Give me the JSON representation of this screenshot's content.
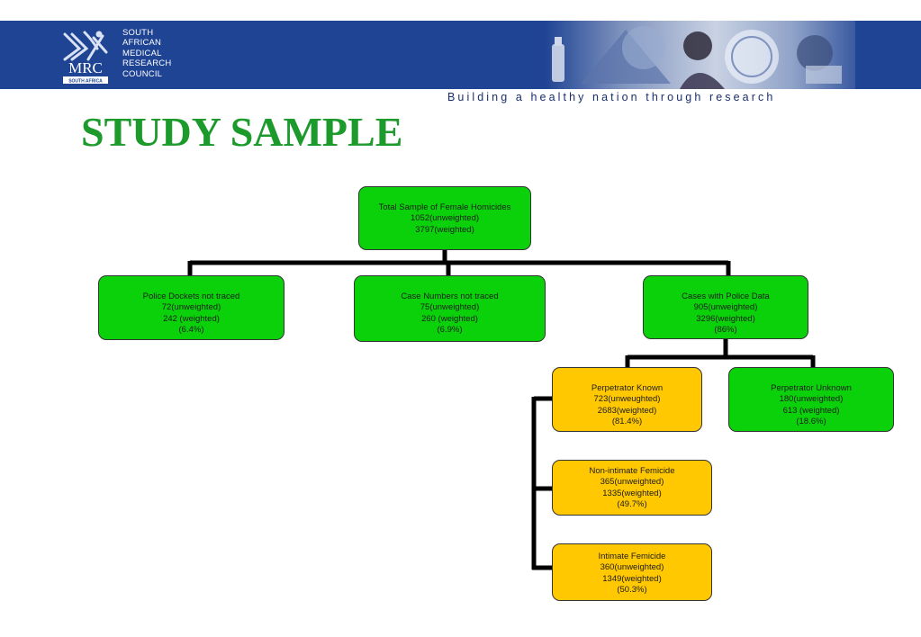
{
  "header": {
    "logo_text": "MRC",
    "logo_subtext": "SOUTH AFRICA",
    "org_name_lines": [
      "SOUTH",
      "AFRICAN",
      "MEDICAL",
      "RESEARCH",
      "COUNCIL"
    ],
    "tagline": "Building a healthy nation through research",
    "colors": {
      "band": "#1f4494",
      "title_green": "#1c9a2b"
    }
  },
  "title": "STUDY SAMPLE",
  "diagram": {
    "root": {
      "label": "Total Sample of Female Homicides",
      "unweighted": "1052(unweighted)",
      "weighted": "3797(weighted)"
    },
    "level1": [
      {
        "label": "Police Dockets not traced",
        "unweighted": "72(unweighted)",
        "weighted": "242 (weighted)",
        "percent": "(6.4%)"
      },
      {
        "label": "Case Numbers not traced",
        "unweighted": "75(unweighted)",
        "weighted": "260 (weighted)",
        "percent": "(6.9%)"
      },
      {
        "label": "Cases with Police Data",
        "unweighted": "905(unweighted)",
        "weighted": "3296(weighted)",
        "percent": "(86%)"
      }
    ],
    "level2": [
      {
        "label": "Perpetrator Known",
        "unweighted": "723(unweughted)",
        "weighted": "2683(weighted)",
        "percent": "(81.4%)"
      },
      {
        "label": "Perpetrator Unknown",
        "unweighted": "180(unweighted)",
        "weighted": "613 (weighted)",
        "percent": "(18.6%)"
      }
    ],
    "level3": [
      {
        "label": "Non-intimate Femicide",
        "unweighted": "365(unweighted)",
        "weighted": "1335(weighted)",
        "percent": "(49.7%)"
      },
      {
        "label": "Intimate Femicide",
        "unweighted": "360(unweighted)",
        "weighted": "1349(weighted)",
        "percent": "(50.3%)"
      }
    ]
  }
}
